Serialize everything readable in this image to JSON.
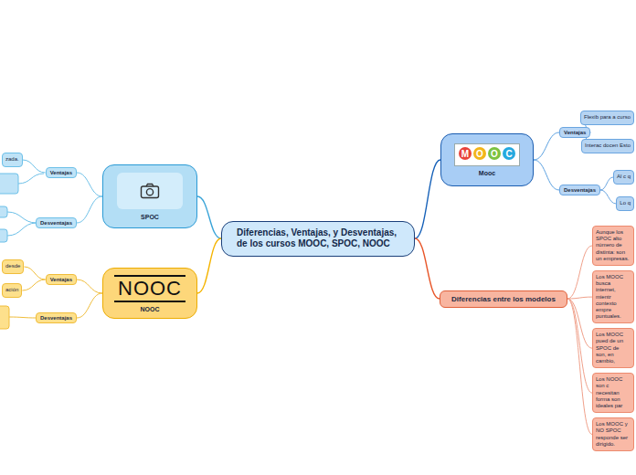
{
  "diagram": {
    "nodes": [
      {
        "text": [
          "Diferencias, Ventajas, y Desventajas, de los cursos MOOC, SPOC, NOOC"
        ]
      },
      {
        "text": [
          "Mooc"
        ]
      },
      {
        "text": [
          "Ventajas"
        ]
      },
      {
        "text": [
          "Desventajas"
        ]
      },
      {
        "text": [
          "Flexib para a curso"
        ]
      },
      {
        "text": [
          "Interac docen Esto"
        ]
      },
      {
        "text": [
          "Al c q"
        ]
      },
      {
        "text": [
          "Lo q"
        ]
      },
      {
        "text": [
          "Diferencias entre los modelos"
        ]
      },
      {
        "text": [
          "Aunque los SPOC alto número de distinta: son un empresas."
        ]
      },
      {
        "text": [
          "Los MOOC busca internet, mientr contexto empre puntuales."
        ]
      },
      {
        "text": [
          "Los MOOC pued de un SPOC de son, en cambio,"
        ]
      },
      {
        "text": [
          "Los NOOC son c necesitan forma son ideales par"
        ]
      },
      {
        "text": [
          "Los MOOC y NO SPOC responde ser dirigido."
        ]
      },
      {
        "text": [
          "SPOC"
        ]
      },
      {
        "text": [
          "Ventajas"
        ]
      },
      {
        "text": [
          "Desventajas"
        ]
      },
      {
        "text": [
          "zada."
        ]
      },
      {
        "text": [
          "NOOC",
          "NOOC"
        ]
      },
      {
        "text": [
          "Ventajas"
        ]
      },
      {
        "text": [
          "Desventajas"
        ]
      },
      {
        "text": [
          "desde"
        ]
      },
      {
        "text": [
          "ación"
        ]
      }
    ],
    "edges": [
      {
        "from": 0,
        "to": 1,
        "arrow": "none"
      },
      {
        "from": 0,
        "to": 8,
        "arrow": "none"
      },
      {
        "from": 0,
        "to": 14,
        "arrow": "none"
      },
      {
        "from": 0,
        "to": 18,
        "arrow": "none"
      },
      {
        "from": 1,
        "to": 2,
        "arrow": "none"
      },
      {
        "from": 1,
        "to": 3,
        "arrow": "none"
      },
      {
        "from": 2,
        "to": 4,
        "arrow": "none"
      },
      {
        "from": 2,
        "to": 5,
        "arrow": "none"
      },
      {
        "from": 3,
        "to": 6,
        "arrow": "none"
      },
      {
        "from": 3,
        "to": 7,
        "arrow": "none"
      },
      {
        "from": 8,
        "to": 9,
        "arrow": "none"
      },
      {
        "from": 8,
        "to": 10,
        "arrow": "none"
      },
      {
        "from": 8,
        "to": 11,
        "arrow": "none"
      },
      {
        "from": 8,
        "to": 12,
        "arrow": "none"
      },
      {
        "from": 8,
        "to": 13,
        "arrow": "none"
      },
      {
        "from": 14,
        "to": 15,
        "arrow": "none"
      },
      {
        "from": 14,
        "to": 16,
        "arrow": "none"
      },
      {
        "from": 15,
        "to": 17,
        "arrow": "none"
      },
      {
        "from": 18,
        "to": 19,
        "arrow": "none"
      },
      {
        "from": 18,
        "to": 20,
        "arrow": "none"
      },
      {
        "from": 19,
        "to": 21,
        "arrow": "none"
      },
      {
        "from": 19,
        "to": 22,
        "arrow": "none"
      }
    ],
    "labels": [
      "M",
      "O",
      "O",
      "C"
    ]
  }
}
